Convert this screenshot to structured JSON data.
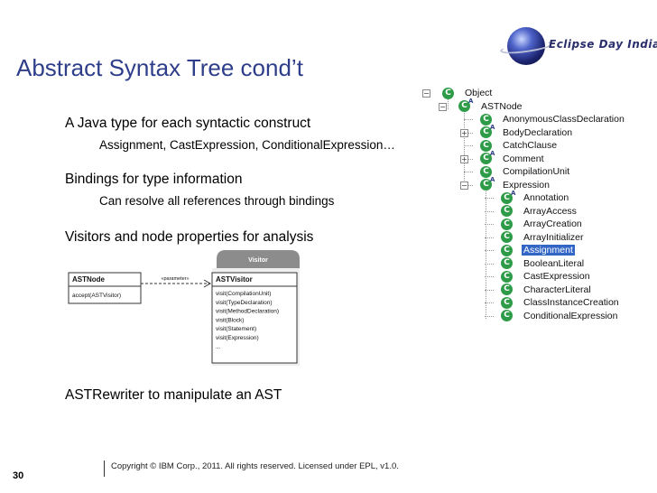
{
  "logo": {
    "text": "Eclipse Day India"
  },
  "title": "Abstract Syntax Tree cond’t",
  "bullets": [
    {
      "text": "A Java type for each syntactic construct",
      "sub": "Assignment, CastExpression, ConditionalExpression…"
    },
    {
      "text": "Bindings for type information",
      "sub": "Can resolve all references through bindings"
    },
    {
      "text": "Visitors and node properties for analysis"
    },
    {
      "text": "ASTRewriter to manipulate an AST"
    }
  ],
  "uml": {
    "visitor_tab": "Visitor",
    "astnode_title": "ASTNode",
    "astnode_method": "accept(ASTVisitor)",
    "relation_label": "«parameter»",
    "astvisitor_title": "ASTVisitor",
    "astvisitor_methods": [
      "visit(CompilationUnit)",
      "visit(TypeDeclaration)",
      "visit(MethodDeclaration)",
      "visit(Block)",
      "visit(Statement)",
      "visit(Expression)",
      "..."
    ]
  },
  "tree": {
    "icon_glyph": "C",
    "abstract_marker": "A",
    "items": [
      {
        "label": "Object",
        "abstract": false,
        "selected": false
      },
      {
        "label": "ASTNode",
        "abstract": true,
        "selected": false
      },
      {
        "label": "AnonymousClassDeclaration",
        "abstract": false,
        "selected": false
      },
      {
        "label": "BodyDeclaration",
        "abstract": true,
        "selected": false
      },
      {
        "label": "CatchClause",
        "abstract": false,
        "selected": false
      },
      {
        "label": "Comment",
        "abstract": true,
        "selected": false
      },
      {
        "label": "CompilationUnit",
        "abstract": false,
        "selected": false
      },
      {
        "label": "Expression",
        "abstract": true,
        "selected": false
      },
      {
        "label": "Annotation",
        "abstract": true,
        "selected": false
      },
      {
        "label": "ArrayAccess",
        "abstract": false,
        "selected": false
      },
      {
        "label": "ArrayCreation",
        "abstract": false,
        "selected": false
      },
      {
        "label": "ArrayInitializer",
        "abstract": false,
        "selected": false
      },
      {
        "label": "Assignment",
        "abstract": false,
        "selected": true
      },
      {
        "label": "BooleanLiteral",
        "abstract": false,
        "selected": false
      },
      {
        "label": "CastExpression",
        "abstract": false,
        "selected": false
      },
      {
        "label": "CharacterLiteral",
        "abstract": false,
        "selected": false
      },
      {
        "label": "ClassInstanceCreation",
        "abstract": false,
        "selected": false
      },
      {
        "label": "ConditionalExpression",
        "abstract": false,
        "selected": false
      }
    ]
  },
  "footer": {
    "copyright": "Copyright © IBM Corp., 2011. All rights reserved.  Licensed under EPL, v1.0.",
    "page": "30"
  },
  "colors": {
    "title": "#2e3e8a",
    "selection": "#3166c6",
    "class_icon": "#2e9b48"
  }
}
